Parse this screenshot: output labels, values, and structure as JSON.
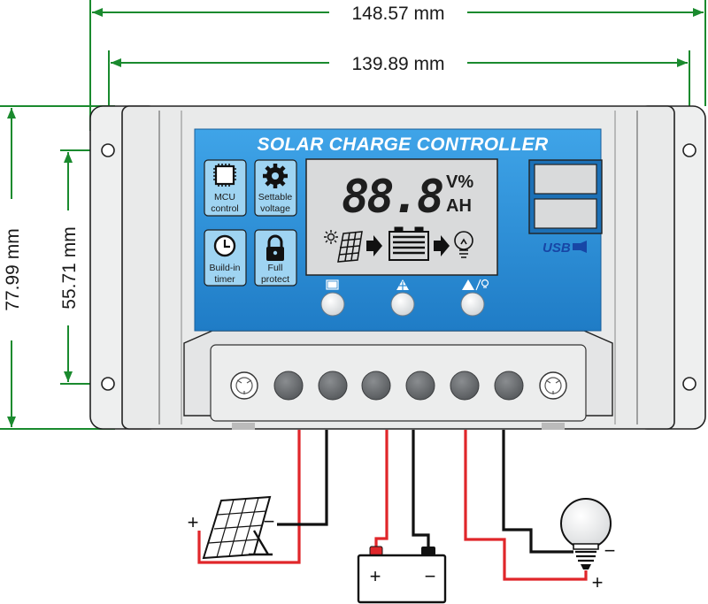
{
  "dimensions": {
    "outer_width": "148.57 mm",
    "hole_width": "139.89 mm",
    "outer_height": "77.99 mm",
    "hole_height": "55.71 mm"
  },
  "panel": {
    "title": "SOLAR CHARGE CONTROLLER",
    "features": {
      "mcu": [
        "MCU",
        "control"
      ],
      "settable": [
        "Settable",
        "voltage"
      ],
      "timer": [
        "Build-in",
        "timer"
      ],
      "protect": [
        "Full",
        "protect"
      ]
    },
    "lcd": {
      "digits": "88.8",
      "unit_top": "V%",
      "unit_bottom": "AH"
    },
    "usb_label": "USB"
  },
  "wiring": {
    "positive_sign": "+",
    "negative_sign": "−"
  },
  "colors": {
    "panel_blue": "#2f8fd6",
    "dimension_green": "#1a8a2e",
    "wire_red": "#e0262a",
    "wire_black": "#111111",
    "body_gray": "#e9eaea"
  }
}
